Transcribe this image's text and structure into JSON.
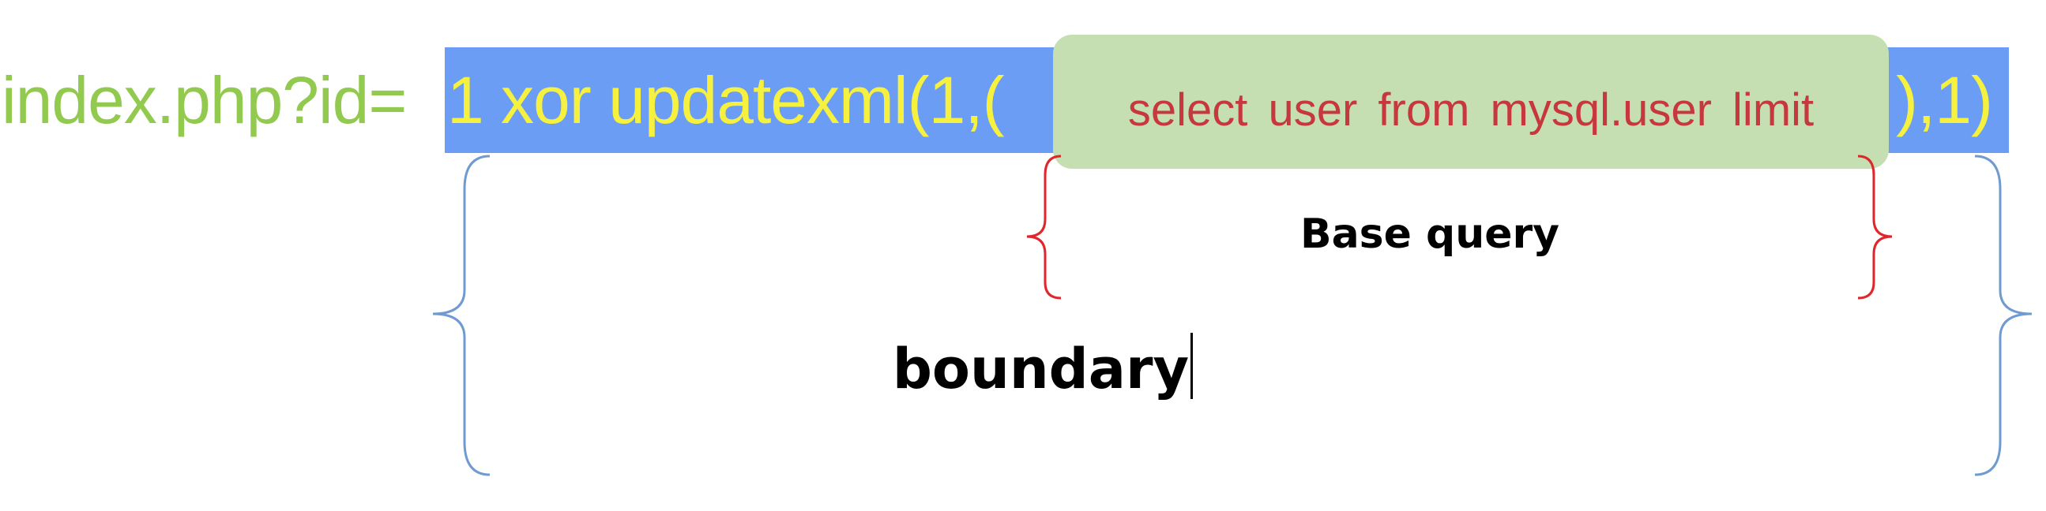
{
  "url": {
    "prefix": "index.php?id=",
    "payload_before": "1 xor updatexml(1,(",
    "payload_after": "),1)"
  },
  "base_query": {
    "sql": "select user from mysql.user limit",
    "label": "Base query"
  },
  "boundary": {
    "label": "boundary"
  },
  "colors": {
    "url_prefix": "#92c94f",
    "payload_text": "#f6f03e",
    "payload_highlight": "#6b9df5",
    "base_box": "#c5dfb2",
    "base_text": "#c6383d",
    "inner_brace": "#e0262b",
    "outer_brace": "#6f9bd1"
  }
}
